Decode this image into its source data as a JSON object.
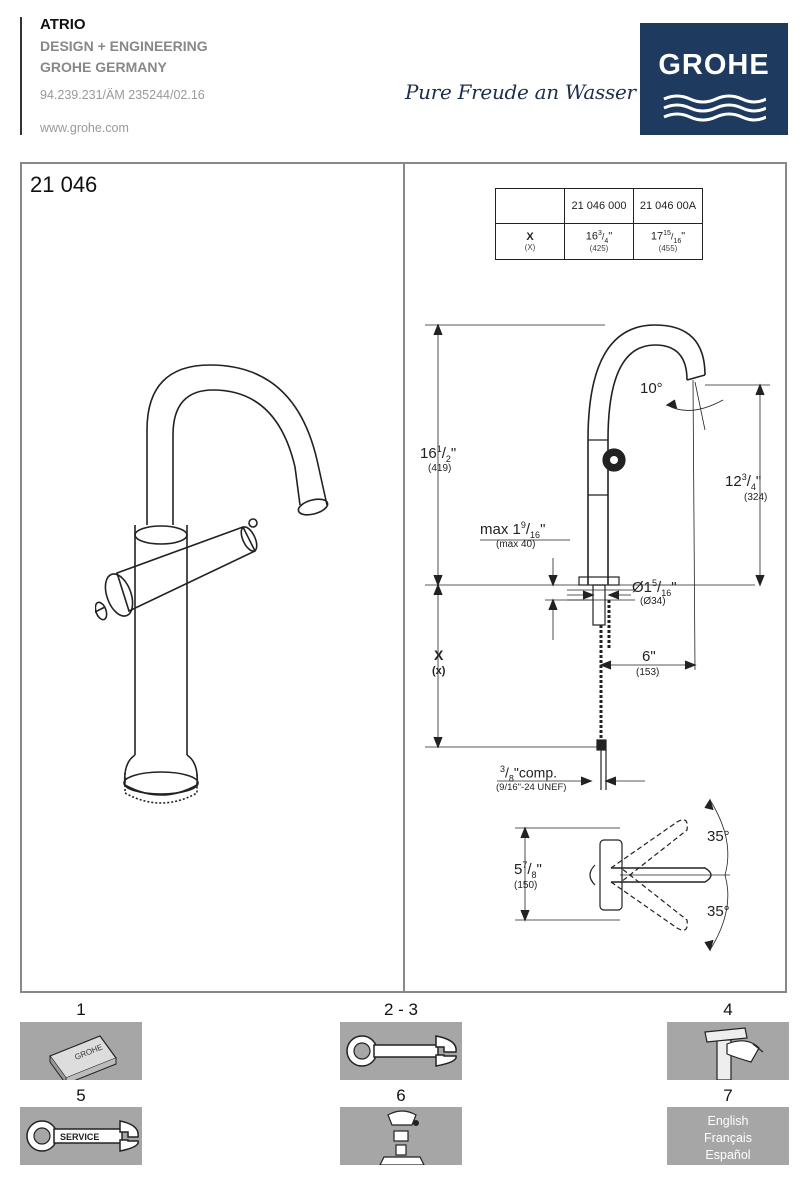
{
  "header": {
    "title": "ATRIO",
    "line2": "DESIGN + ENGINEERING",
    "line3": "GROHE GERMANY",
    "ref": "94.239.231/ÄM 235244/02.16",
    "url": "www.grohe.com",
    "slogan": "Pure Freude an Wasser",
    "logo": "GROHE"
  },
  "model": "21 046",
  "table": {
    "col1": "21 046 000",
    "col2": "21 046 00A",
    "row_label": "X",
    "row_label_sub": "(X)",
    "v1_whole": "16",
    "v1_num": "3",
    "v1_den": "4",
    "v1_unit": "\"",
    "v1_mm": "(425)",
    "v2_whole": "17",
    "v2_num": "15",
    "v2_den": "16",
    "v2_unit": "\"",
    "v2_mm": "(455)"
  },
  "dims": {
    "height_whole": "16",
    "height_num": "1",
    "height_den": "2",
    "height_unit": "\"",
    "height_mm": "(419)",
    "angle": "10°",
    "spout_whole": "12",
    "spout_num": "3",
    "spout_den": "4",
    "spout_unit": "\"",
    "spout_mm": "(324)",
    "deck_prefix": "max 1",
    "deck_num": "9",
    "deck_den": "16",
    "deck_unit": "\"",
    "deck_mm": "(max 40)",
    "hole_prefix": "Ø1",
    "hole_num": "5",
    "hole_den": "16",
    "hole_unit": "\"",
    "hole_mm": "(Ø34)",
    "x_label": "X",
    "x_sub": "(x)",
    "reach": "6\"",
    "reach_mm": "(153)",
    "conn_num": "3",
    "conn_den": "8",
    "conn_text": "\"comp.",
    "conn_sub": "(9/16\"-24 UNEF)",
    "swivel_whole": "5",
    "swivel_num": "7",
    "swivel_den": "8",
    "swivel_unit": "\"",
    "swivel_mm": "(150)",
    "angle_top": "35°",
    "angle_bottom": "35°"
  },
  "steps": {
    "s1": "1",
    "s23": "2 - 3",
    "s4": "4",
    "s5": "5",
    "s6": "6",
    "s7": "7",
    "service_label": "SERVICE",
    "card_label": "GROHE",
    "languages": [
      "English",
      "Français",
      "Español"
    ]
  },
  "icons": {
    "s1": "grohe-card-icon",
    "s23": "wrench-icon",
    "s4": "cleaning-cloth-icon",
    "s5": "service-wrench-icon",
    "s6": "cartridge-disassembly-icon"
  },
  "colors": {
    "logo_bg": "#1f3a5f",
    "slogan": "#1e2f4e",
    "tile_bg": "#a6a6a6"
  }
}
